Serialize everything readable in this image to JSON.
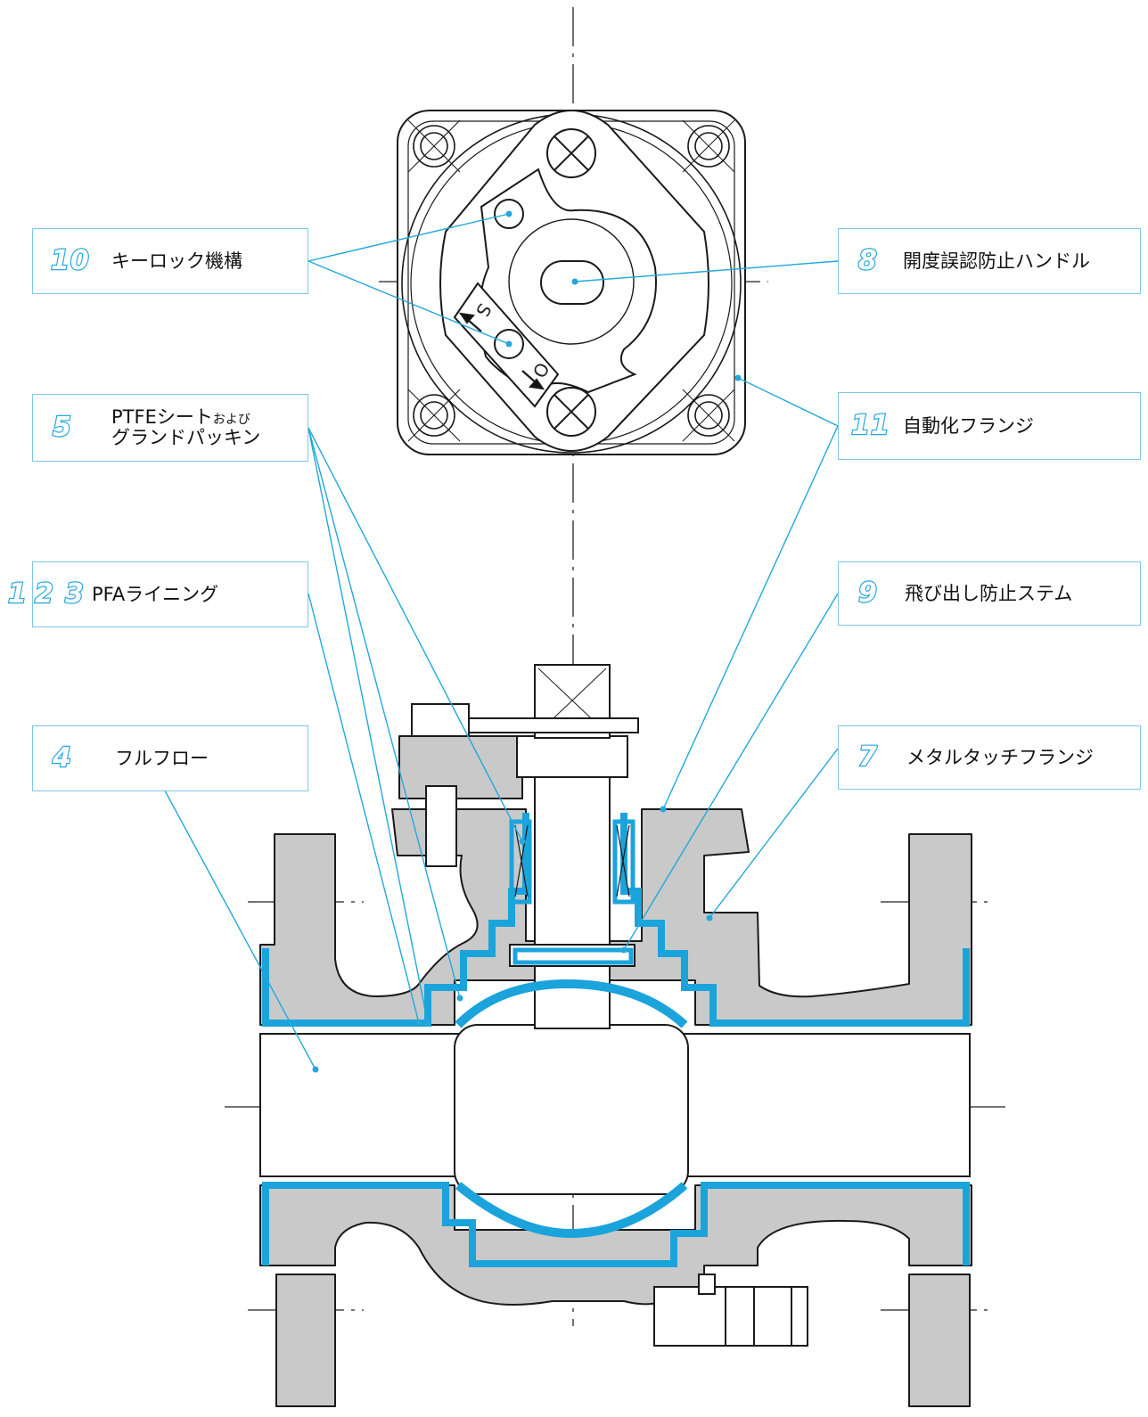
{
  "callouts": {
    "c10": {
      "num": "10",
      "label": "キーロック機構"
    },
    "c8": {
      "num": "8",
      "label": "開度誤認防止ハンドル"
    },
    "c5": {
      "num": "5",
      "label_line1": "PTFEシート",
      "label_small": "および",
      "label_line2": "グランドパッキン"
    },
    "c11": {
      "num": "11",
      "label": "自動化フランジ"
    },
    "c123": {
      "num1": "1",
      "num2": "2",
      "num3": "3",
      "label": "PFAライニング"
    },
    "c9": {
      "num": "9",
      "label": "飛び出し防止ステム"
    },
    "c4": {
      "num": "4",
      "label": "フルフロー"
    },
    "c7": {
      "num": "7",
      "label": "メタルタッチフランジ"
    }
  },
  "handle_marks": {
    "s": "S",
    "o": "O"
  },
  "colors": {
    "lining": "#1ba3dc",
    "body": "#c9c9c9",
    "leader": "#22a8dc",
    "outline": "#1a1a1a"
  }
}
